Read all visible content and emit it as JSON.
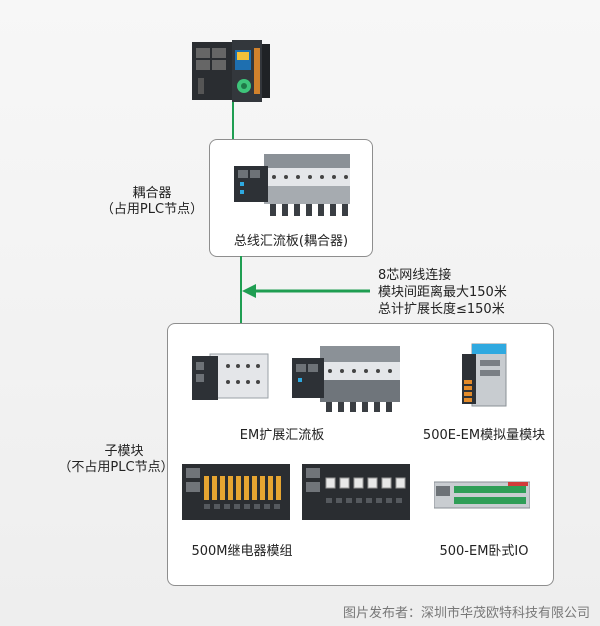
{
  "top_device": {
    "icon": "plc-controller-icon"
  },
  "coupler": {
    "side_label_line1": "耦合器",
    "side_label_line2": "（占用PLC节点）",
    "caption": "总线汇流板(耦合器)"
  },
  "connection": {
    "line1": "8芯网线连接",
    "line2": "模块间距离最大150米",
    "line3": "总计扩展长度≤150米",
    "arrow_color": "#1f9e52"
  },
  "submodules": {
    "side_label_line1": "子模块",
    "side_label_line2": "（不占用PLC节点）",
    "items": [
      {
        "caption": "EM扩展汇流板",
        "icon": "em-expansion-bus-board-icon"
      },
      {
        "caption": "500E-EM模拟量模块",
        "icon": "analog-module-icon"
      },
      {
        "caption": "500M继电器模组",
        "icon": "relay-module-icon"
      },
      {
        "caption": "500-EM卧式IO",
        "icon": "horizontal-io-module-icon"
      }
    ]
  },
  "credit": "图片发布者：深圳市华茂欧特科技有限公司"
}
